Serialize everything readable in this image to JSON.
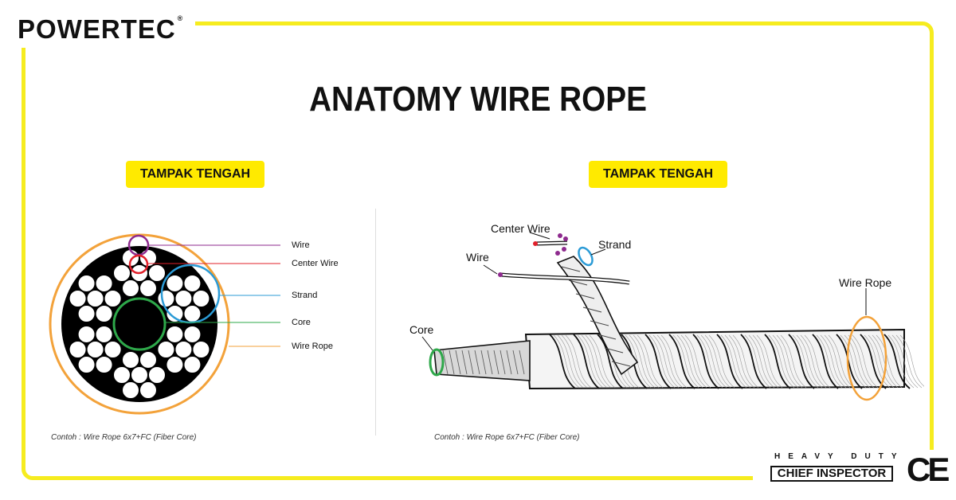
{
  "brand": {
    "logo": "POWERTEC",
    "registered": "®"
  },
  "title": "ANATOMY WIRE ROPE",
  "left_panel": {
    "badge": "TAMPAK TENGAH",
    "labels": {
      "wire": "Wire",
      "center_wire": "Center Wire",
      "strand": "Strand",
      "core": "Core",
      "wire_rope": "Wire Rope"
    },
    "caption": "Contoh : Wire Rope 6x7+FC (Fiber Core)"
  },
  "right_panel": {
    "badge": "TAMPAK TENGAH",
    "labels": {
      "center_wire": "Center Wire",
      "strand": "Strand",
      "wire": "Wire",
      "wire_rope": "Wire Rope",
      "core": "Core"
    },
    "caption": "Contoh : Wire Rope 6x7+FC (Fiber Core)"
  },
  "footer": {
    "heavy_duty": "HEAVY DUTY",
    "chief_inspector": "CHIEF INSPECTOR",
    "ce_mark": "CE"
  },
  "colors": {
    "frame": "#f6ec1f",
    "badge": "#ffea00",
    "wire": "#8e2a8e",
    "center_wire": "#e0202a",
    "strand": "#2b9bd6",
    "core": "#2ea84a",
    "wire_rope": "#f3a23a"
  }
}
